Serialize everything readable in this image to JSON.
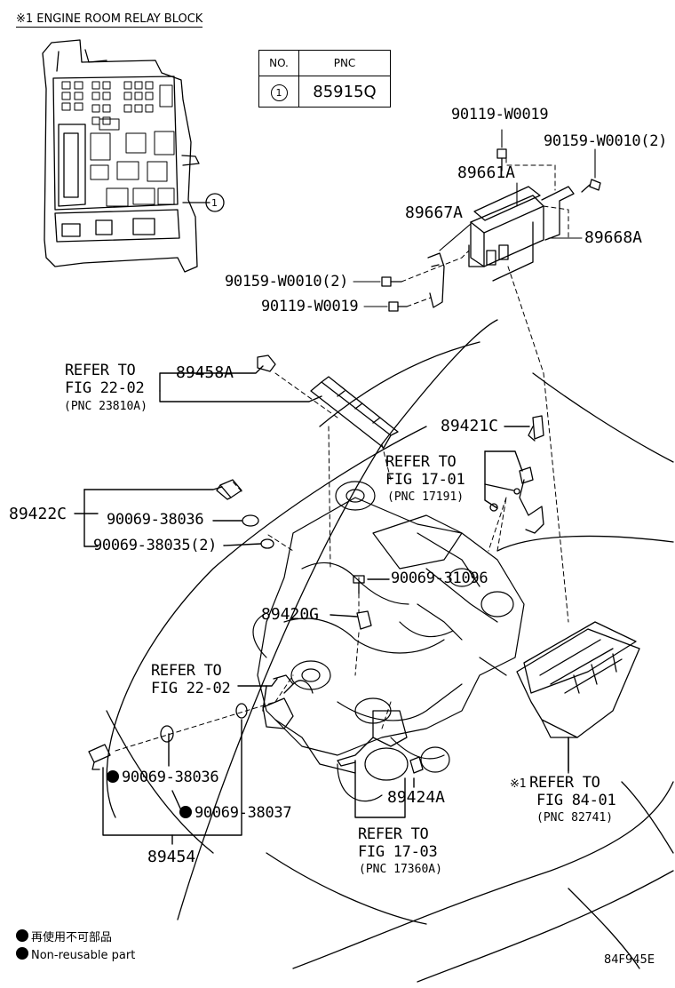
{
  "header": {
    "note": "※1  ENGINE ROOM RELAY BLOCK"
  },
  "pnc_table": {
    "col_no": "NO.",
    "col_pnc": "PNC",
    "row_no": "1",
    "row_pnc": "85915Q"
  },
  "relay_block_callout": "1",
  "parts": {
    "p90119_top": "90119-W0019",
    "p90159_right": "90159-W0010(2)",
    "p89661A": "89661A",
    "p89667A": "89667A",
    "p89668A": "89668A",
    "p90159_left": "90159-W0010(2)",
    "p90119_left": "90119-W0019",
    "p89458A": "89458A",
    "p89421C": "89421C",
    "p89422C": "89422C",
    "p90069_38036_a": "90069-38036",
    "p90069_38035": "90069-38035(2)",
    "p90069_31096": "90069-31096",
    "p89420G": "89420G",
    "p90069_38036_b": "90069-38036",
    "p90069_38037": "90069-38037",
    "p89454": "89454",
    "p89424A": "89424A"
  },
  "refs": {
    "fig22_top": {
      "l1": "REFER TO",
      "l2": "FIG 22-02",
      "l3": "(PNC 23810A)"
    },
    "fig17_01": {
      "l1": "REFER TO",
      "l2": "FIG 17-01",
      "l3": "(PNC 17191)"
    },
    "fig22_mid": {
      "l1": "REFER TO",
      "l2": "FIG 22-02"
    },
    "fig17_03": {
      "l1": "REFER TO",
      "l2": "FIG 17-03",
      "l3": "(PNC 17360A)"
    },
    "fig84_01": {
      "prefix": "※1",
      "l1": "REFER TO",
      "l2": "FIG 84-01",
      "l3": "(PNC 82741)"
    }
  },
  "legend": {
    "japanese": "再使用不可部品",
    "english": "Non-reusable part"
  },
  "diagram_id": "84F945E"
}
